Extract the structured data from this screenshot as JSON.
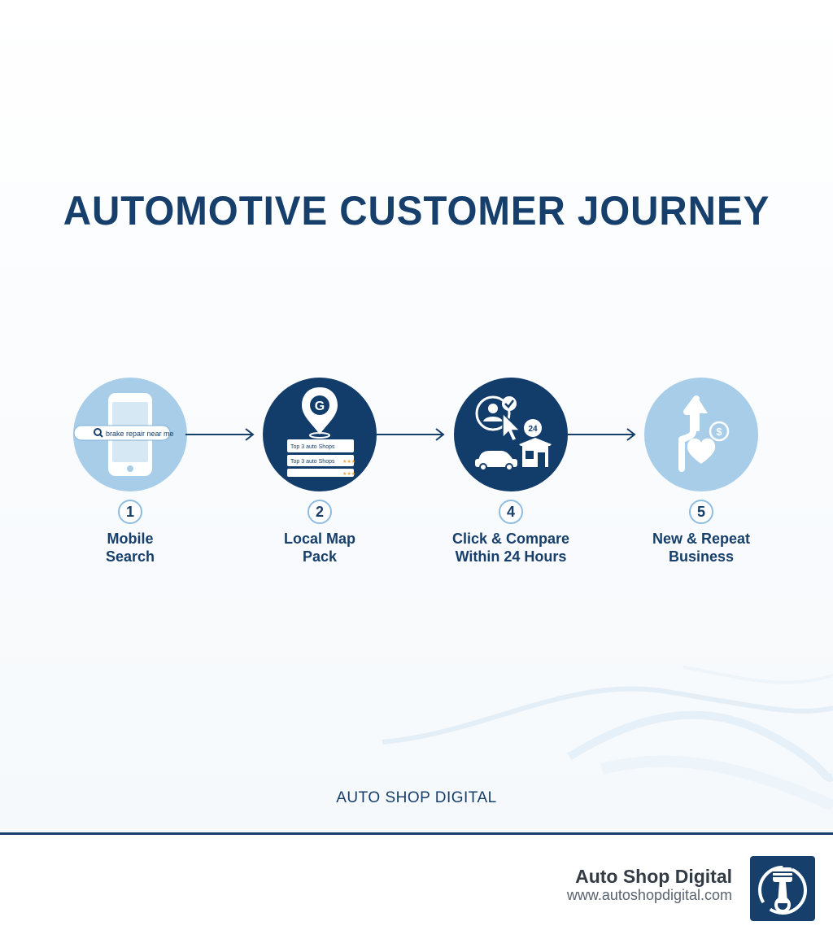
{
  "title": "AUTOMOTIVE CUSTOMER JOURNEY",
  "steps": [
    {
      "number": "1",
      "line1": "Mobile",
      "line2": "Search",
      "search_text": "brake repair near me"
    },
    {
      "number": "2",
      "line1": "Local Map",
      "line2": "Pack",
      "pin_letter": "G",
      "list_rows": [
        "Top 3 auto Shops",
        "Top 3 auto Shops"
      ],
      "stars": "★★★"
    },
    {
      "number": "4",
      "line1": "Click & Compare",
      "line2": "Within 24 Hours",
      "badge": "24"
    },
    {
      "number": "5",
      "line1": "New & Repeat",
      "line2": "Business",
      "coin": "$"
    }
  ],
  "brand_text": "AUTO SHOP DIGITAL",
  "footer": {
    "name": "Auto Shop Digital",
    "url": "www.autoshopdigital.com"
  },
  "colors": {
    "navy": "#173f6b",
    "dark_circle": "#123d6b",
    "light_circle": "#a8cde9",
    "star": "#f2a93b"
  }
}
